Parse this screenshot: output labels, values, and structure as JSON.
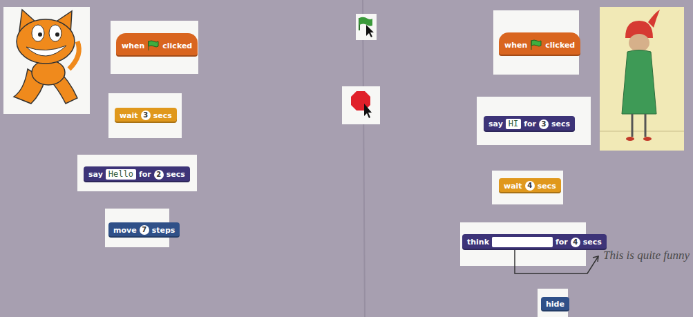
{
  "diagram": {
    "nodes": [
      {
        "text": [
          "when",
          "clicked"
        ]
      },
      {
        "text": [
          "wait",
          "3",
          "secs"
        ]
      },
      {
        "text": [
          "say",
          "Hello",
          "for",
          "2",
          "secs"
        ]
      },
      {
        "text": [
          "move",
          "7",
          "steps"
        ]
      },
      {
        "text": [
          "when",
          "clicked"
        ]
      },
      {
        "text": [
          "say",
          "HI",
          "for",
          "3",
          "secs"
        ]
      },
      {
        "text": [
          "wait",
          "4",
          "secs"
        ]
      },
      {
        "text": [
          "think",
          "for",
          "4",
          "secs"
        ]
      },
      {
        "text": [
          "hide"
        ]
      }
    ],
    "labels": [
      "This is quite funny"
    ]
  }
}
